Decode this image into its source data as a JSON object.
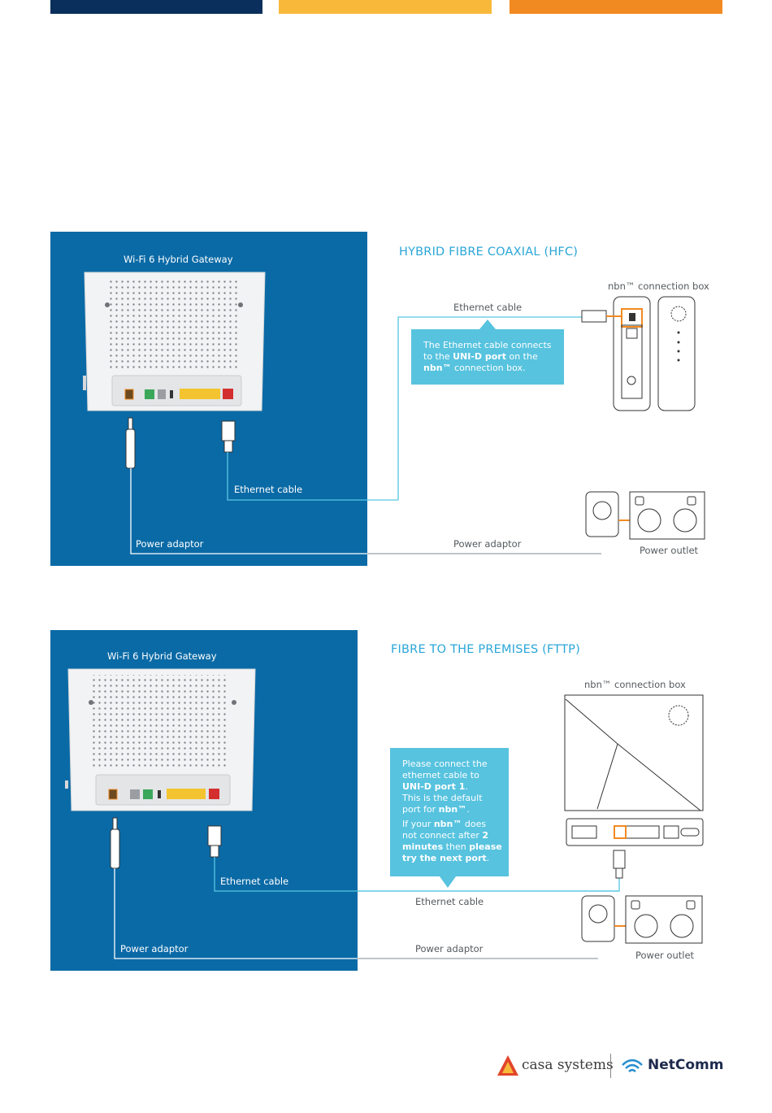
{
  "colors": {
    "navy": "#0a2f5c",
    "yellow": "#f8b93b",
    "orange": "#f28a22",
    "panel": "#0a6aa6",
    "accent": "#2aa6d8",
    "callout": "#57c3df"
  },
  "hfc": {
    "title": "HYBRID FIBRE COAXIAL (HFC)",
    "gateway_label": "Wi-Fi 6 Hybrid Gateway",
    "nbn_box_label": "nbn™ connection box",
    "ethernet_top_label": "Ethernet cable",
    "ethernet_panel_label": "Ethernet cable",
    "power_panel_label": "Power adaptor",
    "power_right_label": "Power adaptor",
    "power_outlet_label": "Power outlet",
    "callout": {
      "l1": "The Ethernet cable connects",
      "l2a": "to the ",
      "l2b": "UNI-D port",
      "l2c": " on the",
      "l3a": "nbn™",
      "l3b": " connection box."
    }
  },
  "fttp": {
    "title": "FIBRE TO THE PREMISES (FTTP)",
    "gateway_label": "Wi-Fi 6 Hybrid Gateway",
    "nbn_box_label": "nbn™ connection box",
    "ethernet_panel_label": "Ethernet cable",
    "ethernet_bottom_label": "Ethernet cable",
    "power_panel_label": "Power adaptor",
    "power_right_label": "Power adaptor",
    "power_outlet_label": "Power outlet",
    "callout": {
      "p1_l1": "Please connect the",
      "p1_l2": "ethernet cable to",
      "p1_l3": "UNI-D port 1",
      "p1_l3_end": ".",
      "p1_l4": "This is the default",
      "p1_l5a": "port for ",
      "p1_l5b": "nbn™",
      "p1_l5c": ".",
      "p2_l1a": "If your ",
      "p2_l1b": "nbn™",
      "p2_l1c": " does",
      "p2_l2": "not connect after ",
      "p2_l2b": "2",
      "p2_l3a": "minutes",
      "p2_l3b": " then ",
      "p2_l3c": "please",
      "p2_l4": "try the next port",
      "p2_l4_end": "."
    }
  },
  "footer": {
    "casa": "casa systems",
    "netcomm": "NetComm"
  }
}
